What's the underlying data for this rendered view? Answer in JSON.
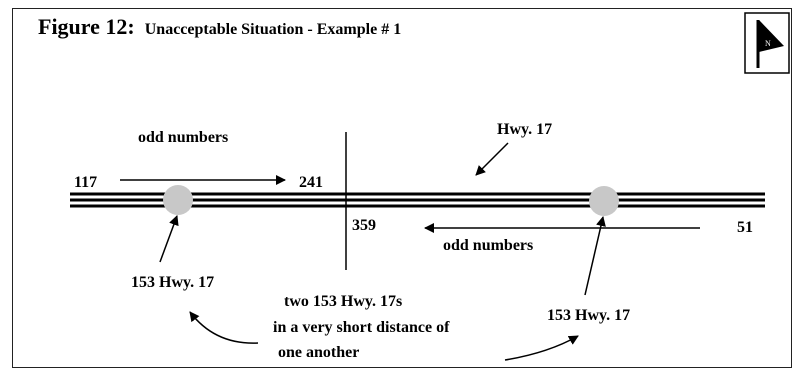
{
  "figure": {
    "number_label": "Figure 12:",
    "subtitle": "Unacceptable Situation - Example # 1"
  },
  "north_icon": {
    "letter": "N",
    "icon": "north-arrow-flag-icon"
  },
  "diagram": {
    "highway_label": "Hwy. 17",
    "odd_numbers_top": "odd numbers",
    "odd_numbers_bottom": "odd numbers",
    "addr_117": "117",
    "addr_241": "241",
    "addr_359": "359",
    "addr_51": "51",
    "left_marker_label": "153 Hwy. 17",
    "right_marker_label": "153 Hwy. 17",
    "note_line1": "two 153 Hwy. 17s",
    "note_line2": "in a very short distance of",
    "note_line3": "one another",
    "marker_color": "#c8c8c8"
  }
}
